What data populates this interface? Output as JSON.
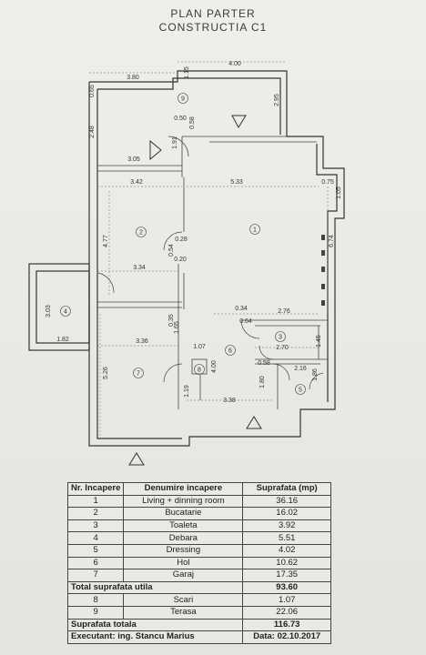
{
  "title": {
    "line1": "PLAN PARTER",
    "line2": "CONSTRUCTIA C1"
  },
  "plan": {
    "dimensions": [
      "3.80",
      "4.00",
      "1.15",
      "0.65",
      "2.48",
      "2.95",
      "0.50",
      "0.58",
      "1.91",
      "3.05",
      "3.42",
      "5.33",
      "0.75",
      "1.05",
      "4.77",
      "0.28",
      "0.54",
      "0.20",
      "3.34",
      "6.74",
      "3.03",
      "1.82",
      "0.34",
      "0.64",
      "2.76",
      "0.35",
      "1.65",
      "3.36",
      "2.70",
      "1.45",
      "5.26",
      "1.07",
      "4.00",
      "0.58",
      "2.16",
      "1.19",
      "1.80",
      "3.38",
      "1.86"
    ],
    "room_numbers": [
      "1",
      "2",
      "3",
      "4",
      "5",
      "6",
      "7",
      "8",
      "9"
    ]
  },
  "table": {
    "headers": [
      "Nr. Incapere",
      "Denumire incapere",
      "Suprafata (mp)"
    ],
    "rows": [
      {
        "nr": "1",
        "name": "Living + dinning room",
        "area": "36.16"
      },
      {
        "nr": "2",
        "name": "Bucatarie",
        "area": "16.02"
      },
      {
        "nr": "3",
        "name": "Toaleta",
        "area": "3.92"
      },
      {
        "nr": "4",
        "name": "Debara",
        "area": "5.51"
      },
      {
        "nr": "5",
        "name": "Dressing",
        "area": "4.02"
      },
      {
        "nr": "6",
        "name": "Hol",
        "area": "10.62"
      },
      {
        "nr": "7",
        "name": "Garaj",
        "area": "17.35"
      }
    ],
    "total_util": {
      "label": "Total suprafata utila",
      "area": "93.60"
    },
    "extra_rows": [
      {
        "nr": "8",
        "name": "Scari",
        "area": "1.07"
      },
      {
        "nr": "9",
        "name": "Terasa",
        "area": "22.06"
      }
    ],
    "total": {
      "label": "Suprafata totala",
      "area": "116.73"
    },
    "executant": {
      "label": "Executant: ing. Stancu Marius",
      "date": "Data: 02.10.2017"
    }
  }
}
